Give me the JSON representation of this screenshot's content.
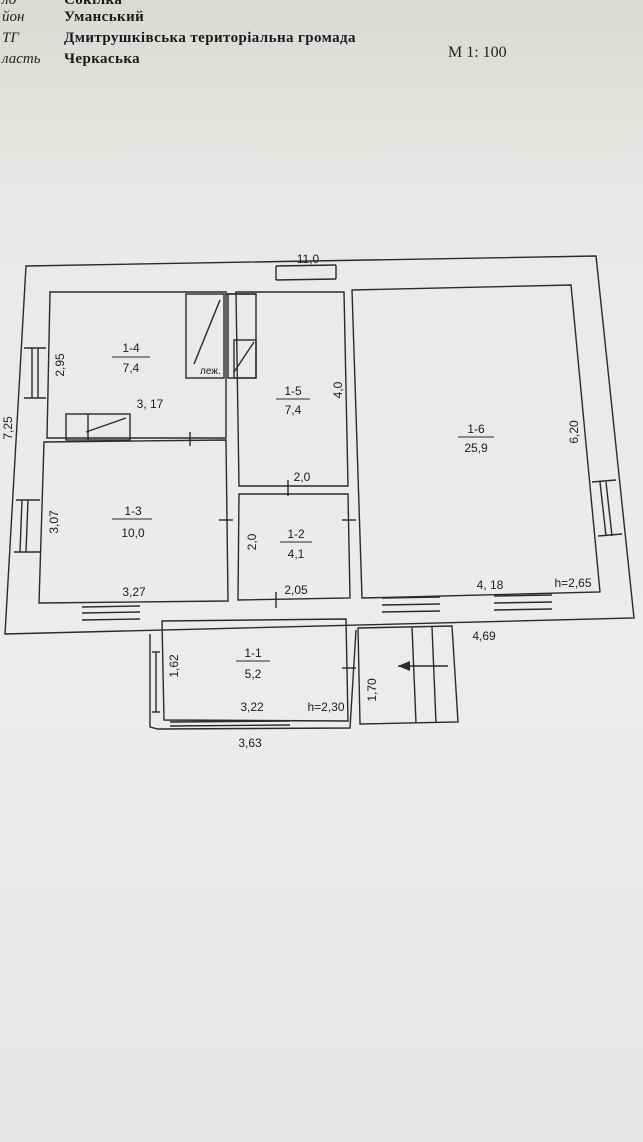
{
  "header": {
    "rows": [
      {
        "key": "ло",
        "value": "Сокілка"
      },
      {
        "key": "йон",
        "value": "Уманський"
      },
      {
        "key": "ТГ",
        "value": "Дмитрушківська територіальна громада"
      },
      {
        "key": "ласть",
        "value": "Черкаська"
      }
    ],
    "scale": "М 1: 100"
  },
  "plan": {
    "rooms": [
      {
        "code": "1-1",
        "area": "5,2"
      },
      {
        "code": "1-2",
        "area": "4,1"
      },
      {
        "code": "1-3",
        "area": "10,0"
      },
      {
        "code": "1-4",
        "area": "7,4"
      },
      {
        "code": "1-5",
        "area": "7,4"
      },
      {
        "code": "1-6",
        "area": "25,9"
      }
    ],
    "dimensions": {
      "top_width": "11,0",
      "left_height": "7,25",
      "r14_h": "2,95",
      "r14_w": "3, 17",
      "r15_h": "4,0",
      "r15_w": "2,0",
      "r16_h": "6,20",
      "r16_w": "4, 18",
      "r16_ceiling": "h=2,65",
      "r13_h": "3,07",
      "r13_w": "3,27",
      "r12_h": "2,0",
      "r12_w": "2,05",
      "r11_h": "1,62",
      "r11_w": "3,22",
      "r11_ceiling": "h=2,30",
      "porch_w": "4,69",
      "porch_h": "1,70",
      "bottom_w": "3,63"
    },
    "stove_label": "леж."
  }
}
